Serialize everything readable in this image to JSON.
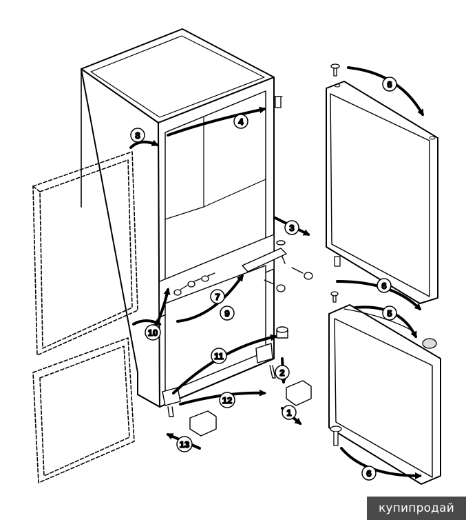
{
  "diagram": {
    "callouts": [
      "1",
      "2",
      "3",
      "4",
      "5",
      "6",
      "6",
      "6",
      "7",
      "8",
      "9",
      "10",
      "11",
      "12",
      "13"
    ]
  },
  "colors": {
    "line": "#000000",
    "fill": "#ffffff",
    "shade": "#e8e8e8",
    "watermark_bg": "#4a4a4a",
    "watermark_text": "#ffffff"
  },
  "watermark": {
    "text": "купипродай"
  }
}
